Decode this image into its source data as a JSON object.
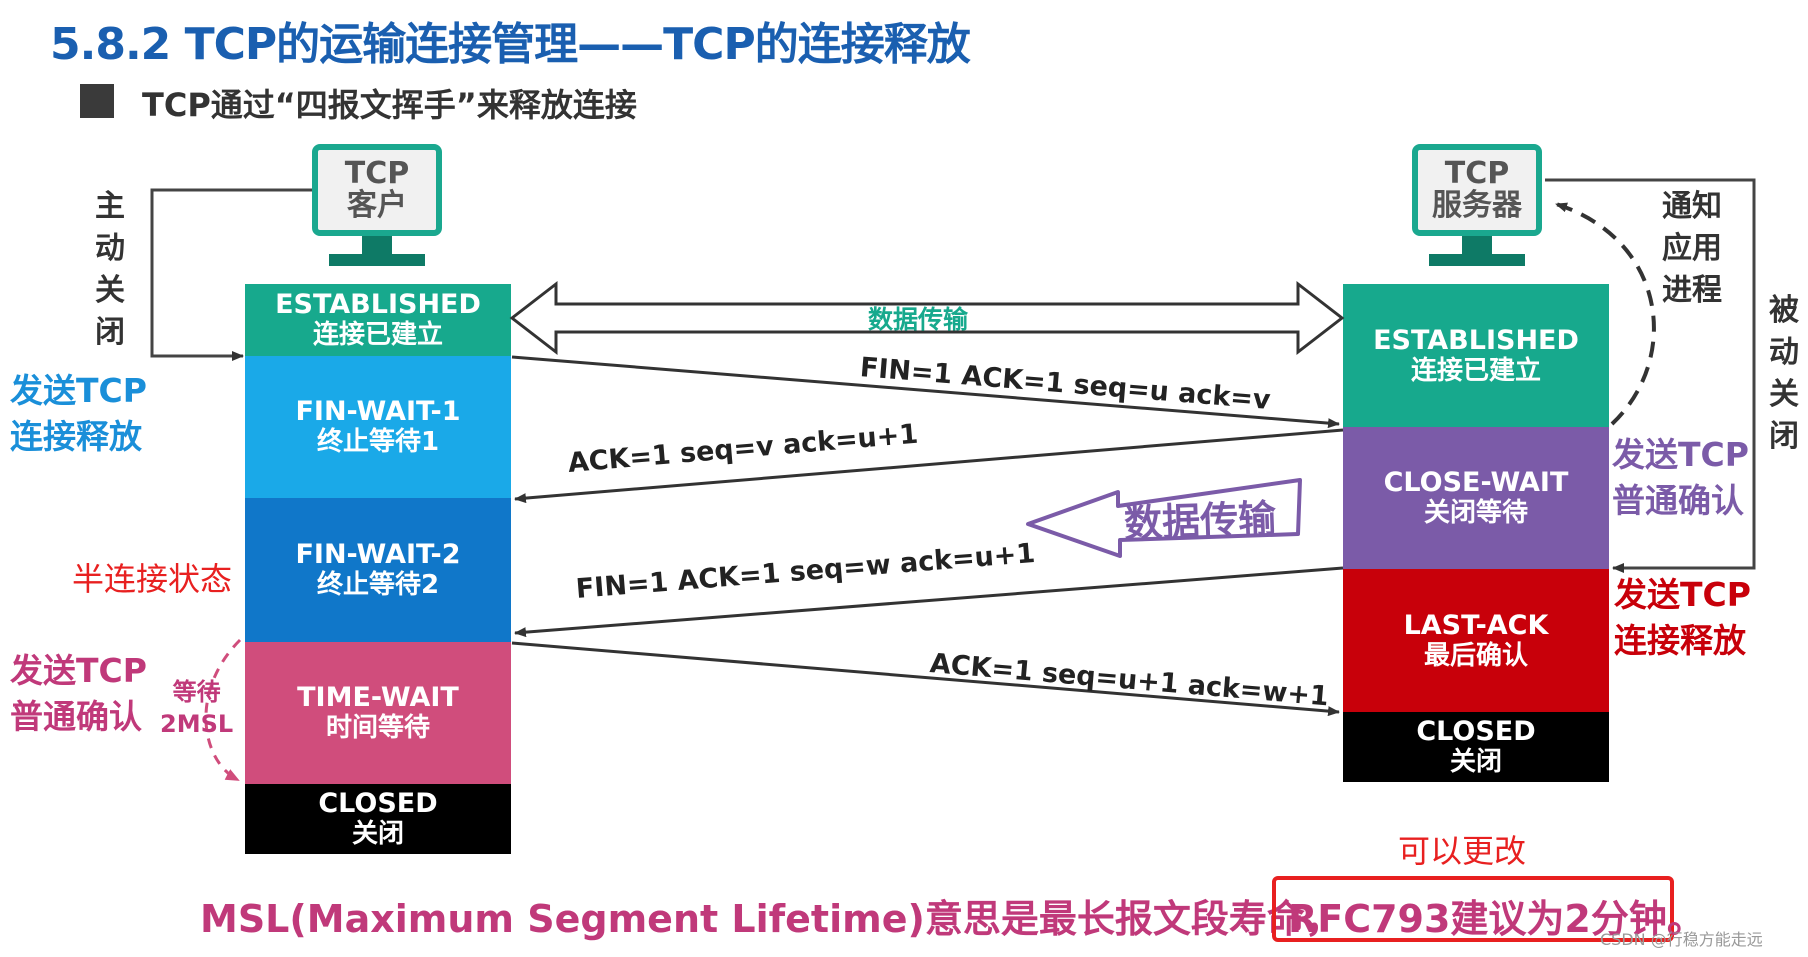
{
  "title": "5.8.2 TCP的运输连接管理——TCP的连接释放",
  "subtitle": "TCP通过“四报文挥手”来释放连接",
  "client": {
    "monitor": [
      "TCP",
      "客户"
    ],
    "states": [
      {
        "en": "ESTABLISHED",
        "cn": "连接已建立",
        "color": "#17a98d"
      },
      {
        "en": "FIN-WAIT-1",
        "cn": "终止等待1",
        "color": "#1aa9e8"
      },
      {
        "en": "FIN-WAIT-2",
        "cn": "终止等待2",
        "color": "#1077c9"
      },
      {
        "en": "TIME-WAIT",
        "cn": "时间等待",
        "color": "#d04d7c"
      },
      {
        "en": "CLOSED",
        "cn": "关闭",
        "color": "#000000"
      }
    ]
  },
  "server": {
    "monitor": [
      "TCP",
      "服务器"
    ],
    "states": [
      {
        "en": "ESTABLISHED",
        "cn": "连接已建立",
        "color": "#17a98d"
      },
      {
        "en": "CLOSE-WAIT",
        "cn": "关闭等待",
        "color": "#7b5ba8"
      },
      {
        "en": "LAST-ACK",
        "cn": "最后确认",
        "color": "#c8000a"
      },
      {
        "en": "CLOSED",
        "cn": "关闭",
        "color": "#000000"
      }
    ]
  },
  "labels": {
    "active_close": "主\n动\n关\n闭",
    "passive_close": "被\n动\n关\n闭",
    "notify_app": "通知\n应用\n进程",
    "client_send_release": "发送TCP\n连接释放",
    "half_close": "半连接状态",
    "client_send_ack": "发送TCP\n普通确认",
    "wait_2msl": "等待\n2MSL",
    "server_send_ack": "发送TCP\n普通确认",
    "server_send_release": "发送TCP\n连接释放",
    "data_transfer_top": "数据传输",
    "data_transfer_mid": "数据传输"
  },
  "messages": {
    "m1": "FIN=1   ACK=1   seq=u   ack=v",
    "m2": "ACK=1   seq=v   ack=u+1",
    "m3": "FIN=1   ACK=1   seq=w   ack=u+1",
    "m4": "ACK=1   seq=u+1   ack=w+1"
  },
  "bottom": {
    "text": "MSL(Maximum Segment Lifetime)意思是最长报文段寿命，",
    "rfc": "RFC793建议为2分钟。",
    "note": "可以更改"
  },
  "watermark": "CSDN @行稳方能走远",
  "colors": {
    "blue_label": "#1a8fd9",
    "red_label": "#e82020",
    "pink_label": "#c0397a",
    "purple": "#7b5ba8"
  }
}
